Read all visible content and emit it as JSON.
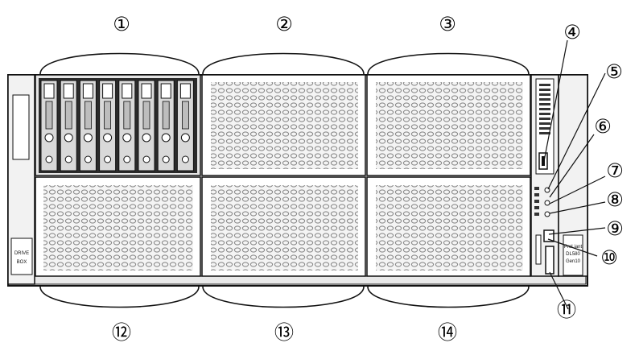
{
  "callouts": [
    {
      "id": 1,
      "label": "①"
    },
    {
      "id": 2,
      "label": "②"
    },
    {
      "id": 3,
      "label": "③"
    },
    {
      "id": 4,
      "label": "④"
    },
    {
      "id": 5,
      "label": "⑤"
    },
    {
      "id": 6,
      "label": "⑥"
    },
    {
      "id": 7,
      "label": "⑦"
    },
    {
      "id": 8,
      "label": "⑧"
    },
    {
      "id": 9,
      "label": "⑨"
    },
    {
      "id": 10,
      "label": "⑩"
    },
    {
      "id": 11,
      "label": "⑪"
    },
    {
      "id": 12,
      "label": "⑫"
    },
    {
      "id": 13,
      "label": "⑬"
    },
    {
      "id": 14,
      "label": "⑭"
    }
  ],
  "left_badge": {
    "line1": "DRIVE",
    "line2": "BOX"
  },
  "right_badge": {
    "line1": "ProLiant",
    "line2": "DL580",
    "line3": "Gen10"
  },
  "drive_count": 8,
  "colors": {
    "outline": "#111111",
    "panel_fill": "#f4f4f4",
    "mesh_hole": "#8a8a8a",
    "drive_bay_bg": "#2b2b2b",
    "drive_tray": "#d9d9d9"
  }
}
